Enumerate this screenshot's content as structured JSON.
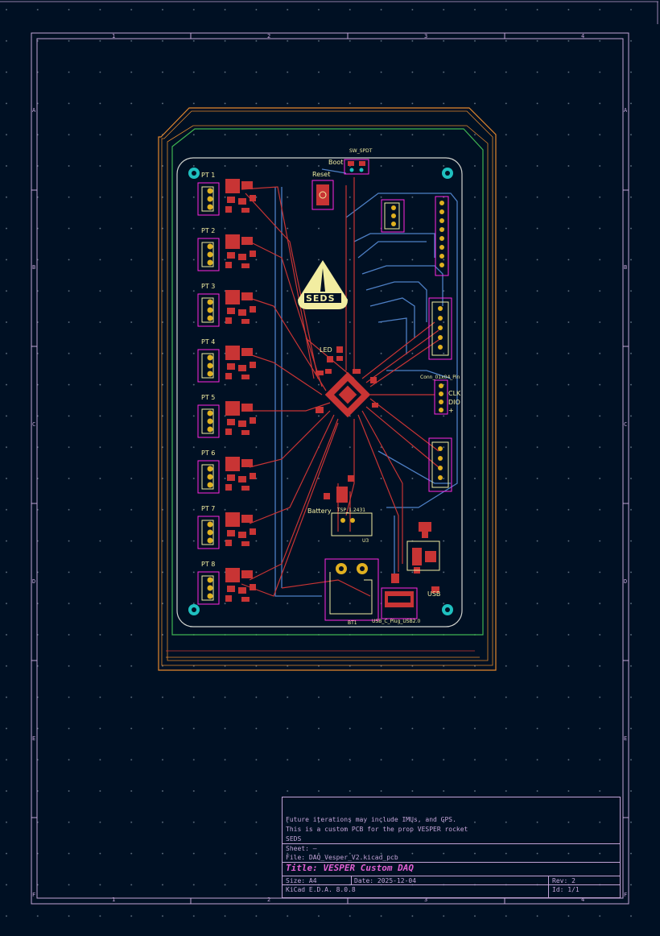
{
  "sheet": {
    "columns": [
      "1",
      "2",
      "3",
      "4"
    ],
    "rows": [
      "A",
      "B",
      "C",
      "D",
      "E",
      "F"
    ]
  },
  "title_block": {
    "comment_1": "Future iterations may include IMUs, and GPS.",
    "comment_2": "This is a custom PCB for the prop VESPER rocket",
    "company": "SEDS",
    "sheet": "Sheet: –",
    "file": "File: DAQ_Vesper_V2.kicad_pcb",
    "title": "Title: VESPER Custom DAQ",
    "size": "Size: A4",
    "date": "Date: 2025-12-04",
    "rev": "Rev: 2",
    "tool": "KiCad E.D.A. 8.0.8",
    "id": "Id: 1/1"
  },
  "silkscreen": {
    "pt_channels": [
      "PT 1",
      "PT 2",
      "PT 3",
      "PT 4",
      "PT 5",
      "PT 6",
      "PT 7",
      "PT 8"
    ],
    "boot": "Boot",
    "reset": "Reset",
    "led": "LED",
    "battery": "Battery",
    "clk": "CLK",
    "dio": "DIO",
    "plus": "+",
    "logo": "SEDS",
    "usb": "USB",
    "bt1": "BT1",
    "u3": "U3",
    "sw_spdt": "SW_SPDT",
    "conn_swd": "Conn_01x04_Pin",
    "tsp": "TSP_1.2431",
    "usb_conn": "USB_C_Plug_USB2.0"
  },
  "colors": {
    "background": "#001023",
    "frame": "#c2a3d6",
    "f_cu": "#c83434",
    "b_cu": "#4d7fc4",
    "silkscreen": "#f2eda1",
    "courtyard": "#ff26e2",
    "edge": "#d0d2cd",
    "keepout_orange": "#e3872d",
    "keepout_green": "#3fb452",
    "mount_hole": "#1fc0c0"
  }
}
